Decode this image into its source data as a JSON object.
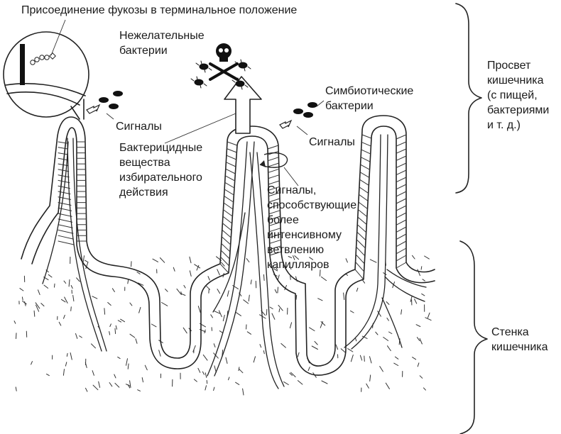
{
  "labels": {
    "fucose": "Присоединение фукозы в терминальное положение",
    "harmful": [
      "Нежелательные",
      "бактерии"
    ],
    "symbiotic": [
      "Симбиотические",
      "бактерии"
    ],
    "signals_left": "Сигналы",
    "signals_right": "Сигналы",
    "bactericidal": [
      "Бактерицидные",
      "вещества",
      "избирательного",
      "действия"
    ],
    "capillary_signals": [
      "Сигналы,",
      "способствующие",
      "более",
      "интенсивному",
      "ветвлению",
      "капилляров"
    ],
    "lumen": [
      "Просвет",
      "кишечника",
      "(с пищей,",
      "бактериями",
      "и т. д.)"
    ],
    "wall": [
      "Стенка",
      "кишечника"
    ]
  },
  "icons": {
    "skull": "skull-crossbones-icon",
    "arrow": "up-arrow-icon"
  }
}
